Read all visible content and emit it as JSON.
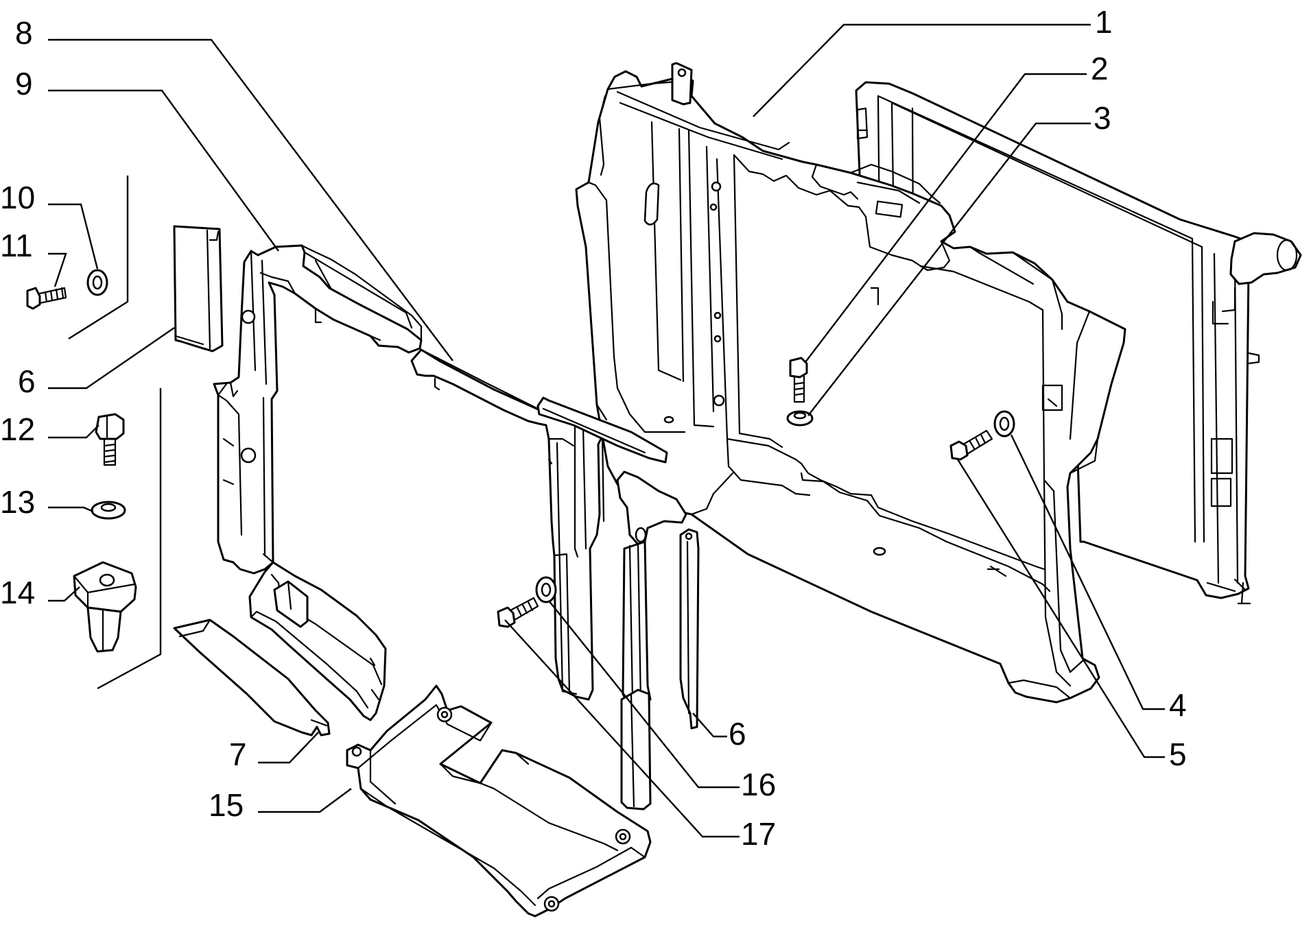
{
  "callouts": {
    "c1": "1",
    "c2": "2",
    "c3": "3",
    "c4": "4",
    "c5": "5",
    "c6a": "6",
    "c6b": "6",
    "c7": "7",
    "c8": "8",
    "c9": "9",
    "c10": "10",
    "c11": "11",
    "c12": "12",
    "c13": "13",
    "c14": "14",
    "c15": "15",
    "c16": "16",
    "c17": "17"
  },
  "colors": {
    "ink": "#000000",
    "paper": "#ffffff"
  }
}
